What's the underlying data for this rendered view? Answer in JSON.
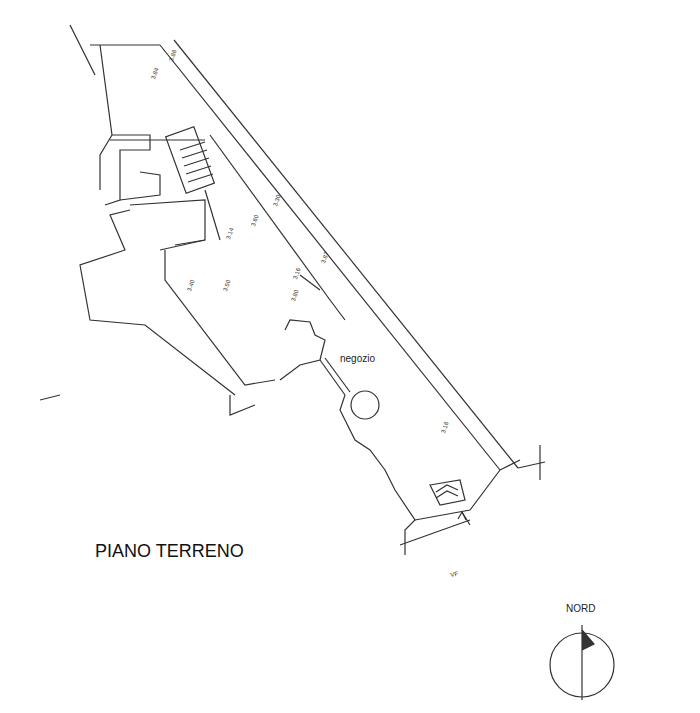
{
  "diagram": {
    "title": "PIANO TERRENO",
    "labels": [
      "negozio",
      "VF",
      "NORD",
      "3.88",
      "3.84",
      "3.30",
      "3.60",
      "3.14",
      "3.87",
      "3.16",
      "3.80",
      "3.50",
      "3.40",
      "3.18"
    ]
  }
}
